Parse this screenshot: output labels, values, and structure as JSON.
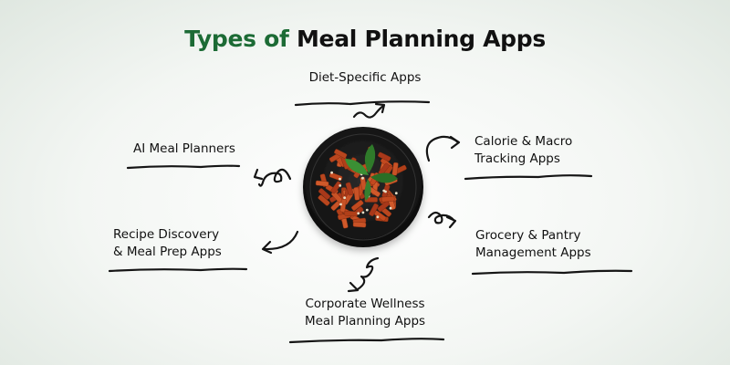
{
  "title": {
    "accent": "Types of",
    "rest": "Meal Planning Apps"
  },
  "categories": [
    {
      "id": "diet",
      "lines": [
        "Diet-Specific Apps"
      ]
    },
    {
      "id": "calorie",
      "lines": [
        "Calorie & Macro",
        "Tracking Apps"
      ]
    },
    {
      "id": "grocery",
      "lines": [
        "Grocery & Pantry",
        "Management Apps"
      ]
    },
    {
      "id": "corporate",
      "lines": [
        "Corporate Wellness",
        "Meal Planning Apps"
      ]
    },
    {
      "id": "recipe",
      "lines": [
        "Recipe Discovery",
        "& Meal Prep Apps"
      ]
    },
    {
      "id": "ai",
      "lines": [
        "AI Meal Planners"
      ]
    }
  ],
  "colors": {
    "accent": "#1c6b35",
    "text": "#111111",
    "plate": "#1a1a1a",
    "sauce": "#b8431e",
    "basil": "#2f7a2a"
  },
  "center_image": "pasta-plate-illustration"
}
